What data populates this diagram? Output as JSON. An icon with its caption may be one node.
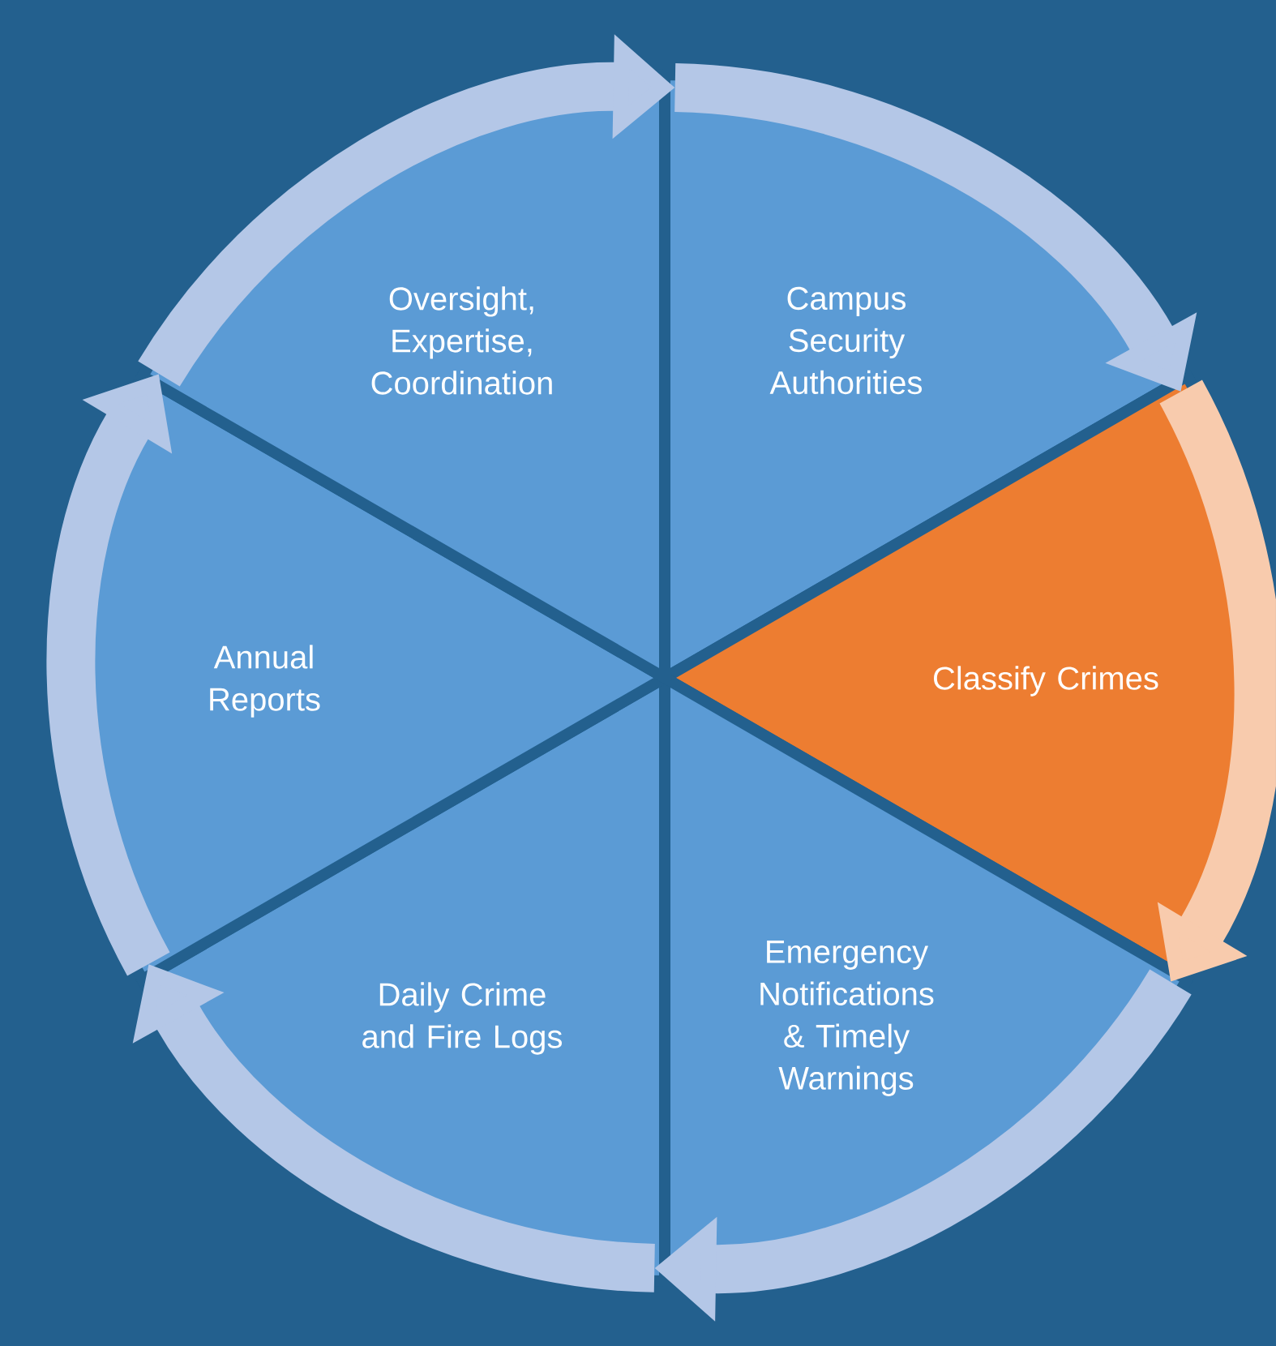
{
  "diagram": {
    "nodes": [
      {
        "text": [
          "Campus Security Authorities"
        ]
      },
      {
        "text": [
          "Classify Crimes"
        ]
      },
      {
        "text": [
          "Emergency Notifications & Timely Warnings"
        ]
      },
      {
        "text": [
          "Daily Crime and Fire Logs"
        ]
      },
      {
        "text": [
          "Annual Reports"
        ]
      },
      {
        "text": [
          "Oversight, Expertise, Coordination"
        ]
      }
    ],
    "edges": [
      {
        "from": 0,
        "to": 1,
        "arrow": "to"
      },
      {
        "from": 1,
        "to": 2,
        "arrow": "to",
        "color": "#f8cbad"
      },
      {
        "from": 2,
        "to": 3,
        "arrow": "to"
      },
      {
        "from": 3,
        "to": 4,
        "arrow": "to"
      },
      {
        "from": 4,
        "to": 5,
        "arrow": "to"
      },
      {
        "from": 5,
        "to": 0,
        "arrow": "to"
      }
    ]
  }
}
